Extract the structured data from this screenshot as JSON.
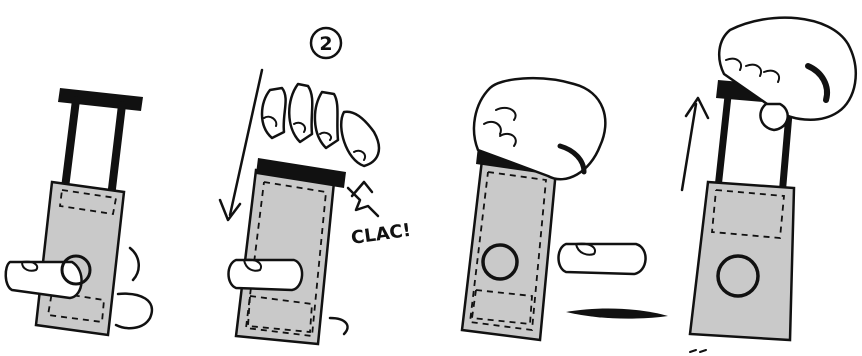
{
  "illustration": {
    "step_number": "2",
    "sound_effect": "CLAC!",
    "panel_count": 4
  },
  "colors": {
    "ink": "#111111",
    "card_fill": "#c9c9c9",
    "background": "#ffffff"
  }
}
